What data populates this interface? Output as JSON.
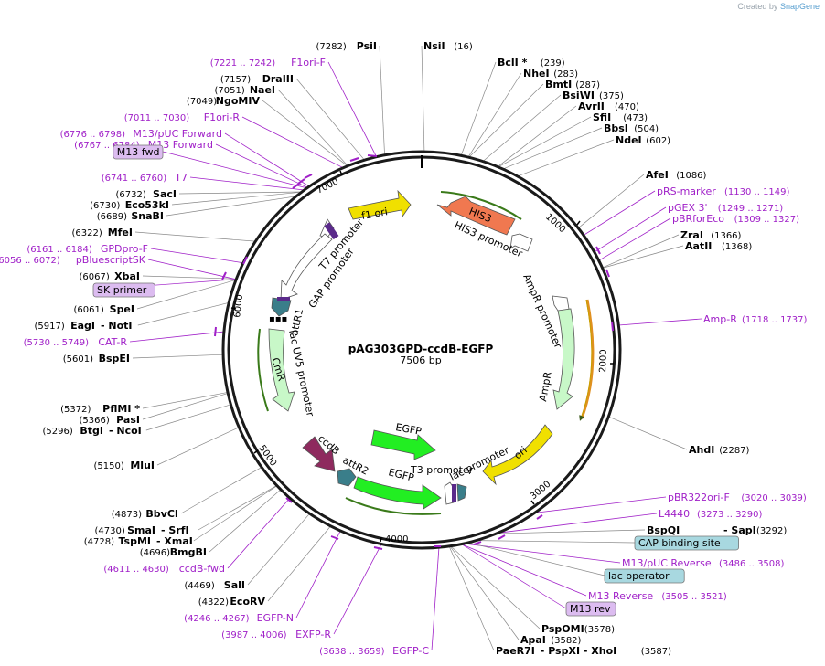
{
  "credit": {
    "prefix": "Created by",
    "brand": "SnapGene"
  },
  "plasmid": {
    "name": "pAG303GPD-ccdB-EGFP",
    "size": "7506 bp",
    "length": 7506
  },
  "ticks": [
    "1000",
    "2000",
    "3000",
    "4000",
    "5000",
    "6000",
    "7000"
  ],
  "sites": [
    {
      "name": "NsiI",
      "pos": "(16)",
      "side": "right"
    },
    {
      "name": "BclI *",
      "pos": "(239)",
      "side": "right"
    },
    {
      "name": "NheI",
      "pos": "(283)",
      "side": "right"
    },
    {
      "name": "BmtI",
      "pos": "(287)",
      "side": "right"
    },
    {
      "name": "BsiWI",
      "pos": "(375)",
      "side": "right"
    },
    {
      "name": "AvrII",
      "pos": "(470)",
      "side": "right"
    },
    {
      "name": "SfiI",
      "pos": "(473)",
      "side": "right"
    },
    {
      "name": "BbsI",
      "pos": "(504)",
      "side": "right"
    },
    {
      "name": "NdeI",
      "pos": "(602)",
      "side": "right"
    },
    {
      "name": "AfeI",
      "pos": "(1086)",
      "side": "right"
    },
    {
      "name": "ZraI",
      "pos": "(1366)",
      "side": "right"
    },
    {
      "name": "AatII",
      "pos": "(1368)",
      "side": "right"
    },
    {
      "name": "AhdI",
      "pos": "(2287)",
      "side": "right"
    },
    {
      "name": "BspQI",
      "pos": "(3292)",
      "side": "right",
      "alt": "SapI"
    },
    {
      "name": "PspOMI",
      "pos": "(3578)",
      "side": "right"
    },
    {
      "name": "ApaI",
      "pos": "(3582)",
      "side": "right"
    },
    {
      "name": "PaeR7I",
      "pos": "(3587)",
      "side": "right",
      "alt": "PspXI",
      "alt2": "XhoI"
    },
    {
      "name": "PsiI",
      "pos": "(7282)",
      "side": "left"
    },
    {
      "name": "DraIII",
      "pos": "(7157)",
      "side": "left"
    },
    {
      "name": "NaeI",
      "pos": "(7051)",
      "side": "left"
    },
    {
      "name": "NgoMIV",
      "pos": "(7049)",
      "side": "left"
    },
    {
      "name": "SacI",
      "pos": "(6732)",
      "side": "left"
    },
    {
      "name": "Eco53kI",
      "pos": "(6730)",
      "side": "left"
    },
    {
      "name": "SnaBI",
      "pos": "(6689)",
      "side": "left"
    },
    {
      "name": "MfeI",
      "pos": "(6322)",
      "side": "left"
    },
    {
      "name": "XbaI",
      "pos": "(6067)",
      "side": "left"
    },
    {
      "name": "SpeI",
      "pos": "(6061)",
      "side": "left"
    },
    {
      "name": "EagI",
      "pos": "(5917)",
      "side": "left",
      "alt": "NotI"
    },
    {
      "name": "BspEI",
      "pos": "(5601)",
      "side": "left"
    },
    {
      "name": "PflMI *",
      "pos": "(5372)",
      "side": "left"
    },
    {
      "name": "PasI",
      "pos": "(5366)",
      "side": "left"
    },
    {
      "name": "BtgI",
      "pos": "(5296)",
      "side": "left",
      "alt": "NcoI"
    },
    {
      "name": "MluI",
      "pos": "(5150)",
      "side": "left"
    },
    {
      "name": "BbvCI",
      "pos": "(4873)",
      "side": "left"
    },
    {
      "name": "SmaI",
      "pos": "(4730)",
      "side": "left",
      "alt": "SrfI"
    },
    {
      "name": "TspMI",
      "pos": "(4728)",
      "side": "left",
      "alt": "XmaI"
    },
    {
      "name": "BmgBI",
      "pos": "(4696)",
      "side": "left"
    },
    {
      "name": "SalI",
      "pos": "(4469)",
      "side": "left"
    },
    {
      "name": "EcoRV",
      "pos": "(4322)",
      "side": "left"
    }
  ],
  "primers": [
    {
      "name": "F1ori-F",
      "pos": "(7221 .. 7242)"
    },
    {
      "name": "F1ori-R",
      "pos": "(7011 .. 7030)"
    },
    {
      "name": "M13/pUC Forward",
      "pos": "(6776 .. 6798)"
    },
    {
      "name": "M13 Forward",
      "pos": "(6767 .. 6784)"
    },
    {
      "name": "T7",
      "pos": "(6741 .. 6760)"
    },
    {
      "name": "GPDpro-F",
      "pos": "(6161 .. 6184)"
    },
    {
      "name": "pBluescriptSK",
      "pos": "(6056 .. 6072)"
    },
    {
      "name": "CAT-R",
      "pos": "(5730 .. 5749)"
    },
    {
      "name": "ccdB-fwd",
      "pos": "(4611 .. 4630)"
    },
    {
      "name": "EGFP-N",
      "pos": "(4246 .. 4267)"
    },
    {
      "name": "EXFP-R",
      "pos": "(3987 .. 4006)"
    },
    {
      "name": "EGFP-C",
      "pos": "(3638 .. 3659)"
    },
    {
      "name": "pRS-marker",
      "pos": "(1130 .. 1149)"
    },
    {
      "name": "pGEX 3'",
      "pos": "(1249 .. 1271)"
    },
    {
      "name": "pBRforEco",
      "pos": "(1309 .. 1327)"
    },
    {
      "name": "Amp-R",
      "pos": "(1718 .. 1737)"
    },
    {
      "name": "pBR322ori-F",
      "pos": "(3020 .. 3039)"
    },
    {
      "name": "L4440",
      "pos": "(3273 .. 3290)"
    },
    {
      "name": "M13/pUC Reverse",
      "pos": "(3486 .. 3508)"
    },
    {
      "name": "M13 Reverse",
      "pos": "(3505 .. 3521)"
    }
  ],
  "boxes": [
    {
      "name": "M13 fwd",
      "color": "#dcbcf0"
    },
    {
      "name": "SK primer",
      "color": "#dcbcf0"
    },
    {
      "name": "CAP binding site",
      "color": "#a8d8e0"
    },
    {
      "name": "lac operator",
      "color": "#a8d8e0"
    },
    {
      "name": "M13 rev",
      "color": "#dcbcf0"
    }
  ],
  "features": [
    {
      "name": "f1 ori",
      "color": "#f0e000"
    },
    {
      "name": "HIS3",
      "color": "#f07850"
    },
    {
      "name": "HIS3 promoter",
      "color": "#ffffff"
    },
    {
      "name": "AmpR promoter",
      "color": "#ffffff"
    },
    {
      "name": "AmpR",
      "color": "#c8f8c8"
    },
    {
      "name": "ori",
      "color": "#f0e000"
    },
    {
      "name": "T7 promoter",
      "color": "#ffffff"
    },
    {
      "name": "GAP promoter",
      "color": "#ffffff"
    },
    {
      "name": "attR1",
      "color": "#3a7e8a"
    },
    {
      "name": "lac UV5 promoter",
      "color": "#ffffff"
    },
    {
      "name": "CmR",
      "color": "#c8f8c8"
    },
    {
      "name": "ccdB",
      "color": "#8e2a5e"
    },
    {
      "name": "attR2",
      "color": "#3a7e8a"
    },
    {
      "name": "EGFP",
      "color": "#22ee22"
    },
    {
      "name": "EGFP",
      "color": "#22ee22"
    },
    {
      "name": "T3 promoter",
      "color": "#ffffff"
    },
    {
      "name": "lac promoter",
      "color": "#ffffff"
    }
  ],
  "colors": {
    "primer": "#a020c8",
    "leader": "#888888",
    "backbone": "#1a1a1a"
  }
}
